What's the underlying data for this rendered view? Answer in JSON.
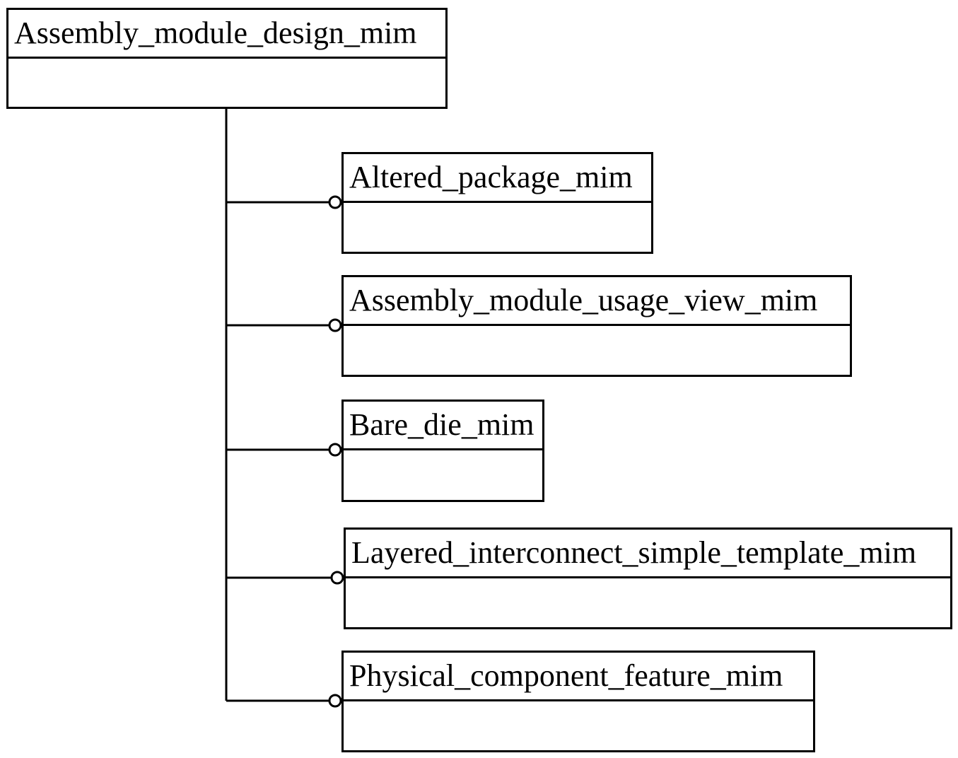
{
  "diagram": {
    "root": {
      "name": "Assembly_module_design_mim"
    },
    "children": [
      {
        "name": "Altered_package_mim"
      },
      {
        "name": "Assembly_module_usage_view_mim"
      },
      {
        "name": "Bare_die_mim"
      },
      {
        "name": "Layered_interconnect_simple_template_mim"
      },
      {
        "name": "Physical_component_feature_mim"
      }
    ]
  }
}
